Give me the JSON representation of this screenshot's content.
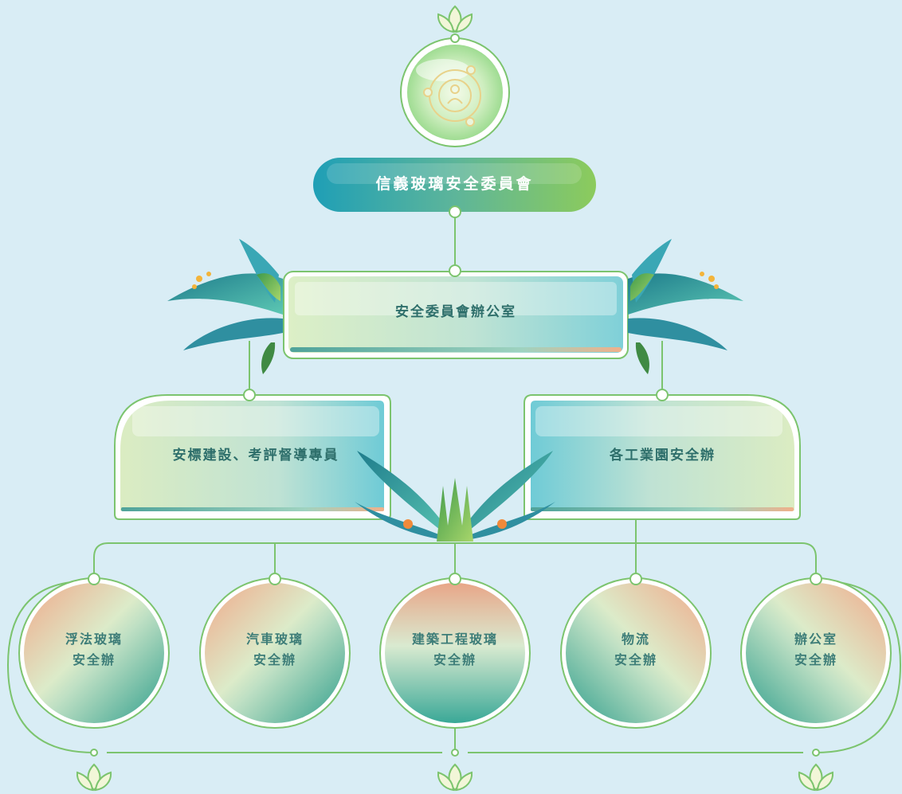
{
  "title": "信義玻璃安全委員會",
  "office": "安全委員會辦公室",
  "branches": {
    "left": "安標建設、考評督導專員",
    "right": "各工業園安全辦"
  },
  "units": [
    {
      "line1": "浮法玻璃",
      "line2": "安全辦"
    },
    {
      "line1": "汽車玻璃",
      "line2": "安全辦"
    },
    {
      "line1": "建築工程玻璃",
      "line2": "安全辦"
    },
    {
      "line1": "物流",
      "line2": "安全辦"
    },
    {
      "line1": "辦公室",
      "line2": "安全辦"
    }
  ],
  "colors": {
    "background": "#d9edf5",
    "line": "#7cc46e",
    "title_bar_start": "#2aa3b5",
    "title_bar_end": "#84c65a",
    "text": "#2e6f6b"
  },
  "icons": {
    "top": "people-network-icon",
    "sprout": "sprout-icon",
    "foliage": "leaf-decoration"
  }
}
